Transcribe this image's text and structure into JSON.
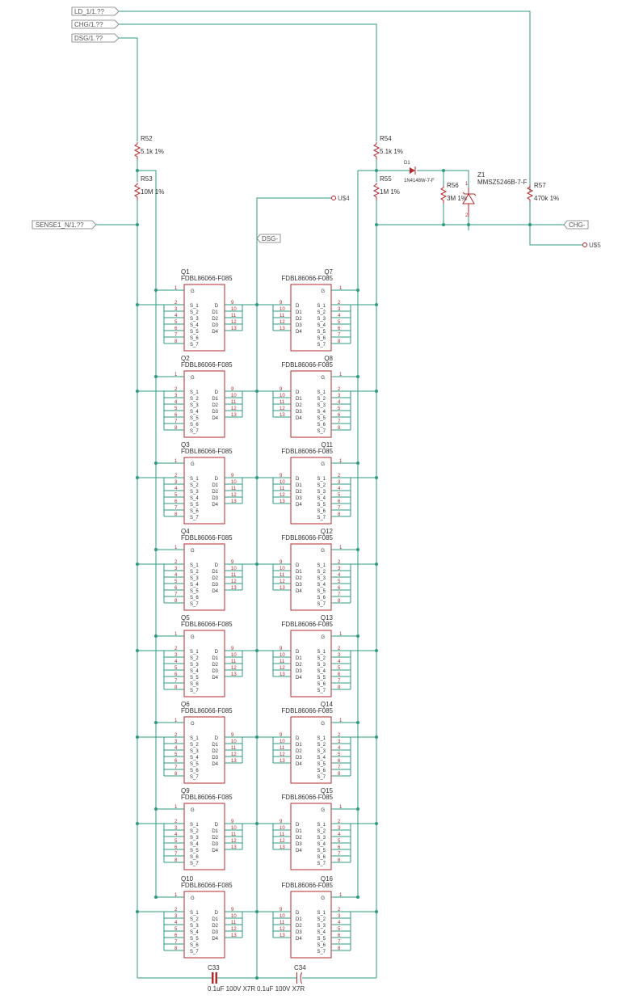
{
  "nets": {
    "ld": "LD_1/1.??",
    "chg": "CHG/1.??",
    "dsg": "DSG/1.??",
    "sense": "SENSE1_N/1.??",
    "dsg_minus": "DSG-",
    "chg_minus": "CHG-",
    "u4": "U$4",
    "u5": "U$5"
  },
  "resistors": [
    {
      "ref": "R52",
      "value": "5.1k 1%"
    },
    {
      "ref": "R53",
      "value": "10M 1%"
    },
    {
      "ref": "R54",
      "value": "5.1k 1%"
    },
    {
      "ref": "R55",
      "value": "1M 1%"
    },
    {
      "ref": "R56",
      "value": "3M 1%"
    },
    {
      "ref": "R57",
      "value": "470k 1%"
    }
  ],
  "diode": {
    "ref": "D1",
    "part": "1N4148W-7-F"
  },
  "zener": {
    "ref": "Z1",
    "part": "MMSZ5246B-7-F",
    "pin1": "1",
    "pin2": "2"
  },
  "capacitors": [
    {
      "ref": "C33",
      "value": "0.1uF 100V X7R"
    },
    {
      "ref": "C34",
      "value": "0.1uF 100V X7R"
    }
  ],
  "mosfet_part": "FDBL86066-F085",
  "mosfets_left": [
    "Q1",
    "Q2",
    "Q3",
    "Q4",
    "Q5",
    "Q6",
    "Q9",
    "Q10"
  ],
  "mosfets_right": [
    "Q7",
    "Q8",
    "Q11",
    "Q12",
    "Q13",
    "Q14",
    "Q15",
    "Q16"
  ],
  "mosfet_pins": {
    "gate": {
      "name": "G",
      "num": "1"
    },
    "sources": [
      {
        "name": "S_1",
        "num": "2"
      },
      {
        "name": "S_2",
        "num": "3"
      },
      {
        "name": "S_3",
        "num": "4"
      },
      {
        "name": "S_4",
        "num": "5"
      },
      {
        "name": "S_5",
        "num": "6"
      },
      {
        "name": "S_6",
        "num": "7"
      },
      {
        "name": "S_7",
        "num": "8"
      }
    ],
    "drains": [
      {
        "name": "D",
        "num": "9"
      },
      {
        "name": "D1",
        "num": "10"
      },
      {
        "name": "D2",
        "num": "11"
      },
      {
        "name": "D3",
        "num": "12"
      },
      {
        "name": "D4",
        "num": "13"
      }
    ]
  }
}
